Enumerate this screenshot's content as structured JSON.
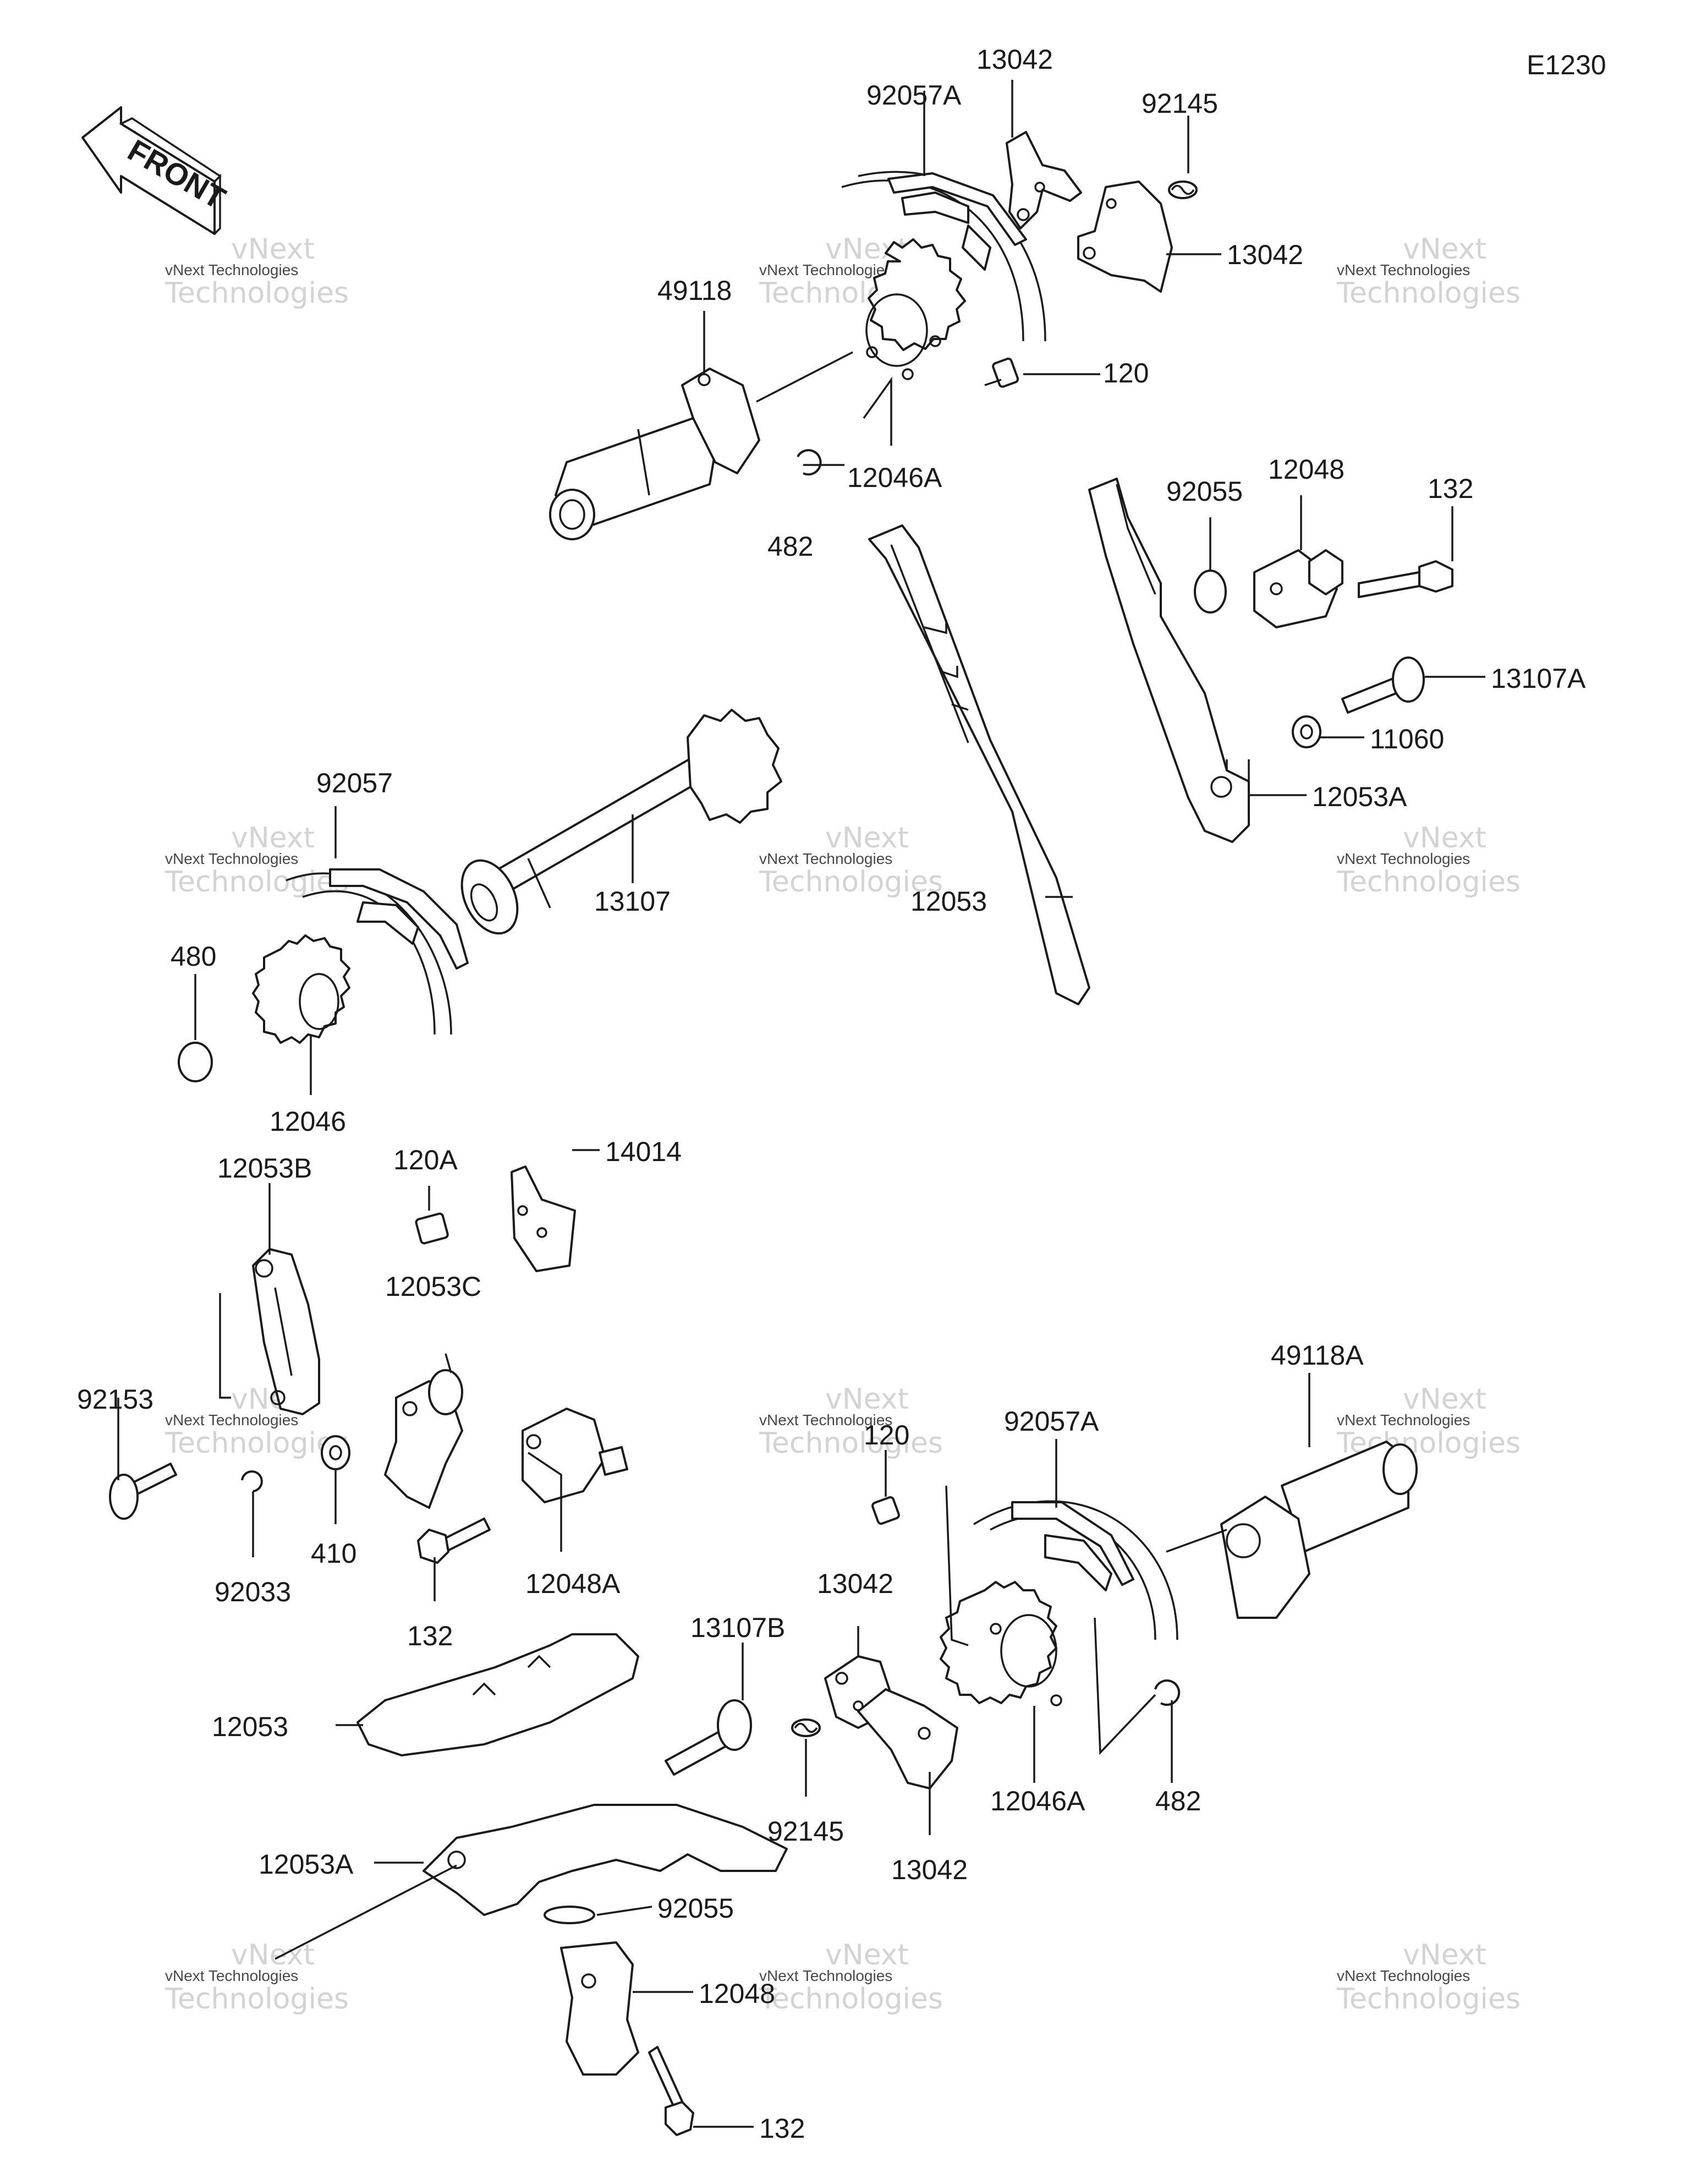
{
  "diagram_code": "E1230",
  "front_label": "FRONT",
  "watermark": {
    "top_line": "vNext Technologies",
    "big_line": "Technologies",
    "tag": "vNext"
  },
  "callouts": {
    "c13042_top": "13042",
    "c92057A_top": "92057A",
    "c92145_top": "92145",
    "c13042_right": "13042",
    "c49118": "49118",
    "c120_top": "120",
    "c12046A_top": "12046A",
    "c482_top": "482",
    "c92055_top": "92055",
    "c12048_top": "12048",
    "c132_top": "132",
    "c13107A": "13107A",
    "c11060": "11060",
    "c12053A_top": "12053A",
    "c92057": "92057",
    "c13107": "13107",
    "c12053_mid": "12053",
    "c480": "480",
    "c12046": "12046",
    "c120A": "120A",
    "c14014": "14014",
    "c12053B": "12053B",
    "c12053C": "12053C",
    "c92153": "92153",
    "c410": "410",
    "c92033": "92033",
    "c132_mid": "132",
    "c12048A": "12048A",
    "c49118A": "49118A",
    "c120_bot": "120",
    "c92057A_bot": "92057A",
    "c13042_bot": "13042",
    "c13107B": "13107B",
    "c12053_bot": "12053",
    "c92145_bot": "92145",
    "c13042_bot2": "13042",
    "c12046A_bot": "12046A",
    "c482_bot": "482",
    "c12053A_bot": "12053A",
    "c92055_bot": "92055",
    "c12048_bot": "12048",
    "c132_bot": "132"
  }
}
